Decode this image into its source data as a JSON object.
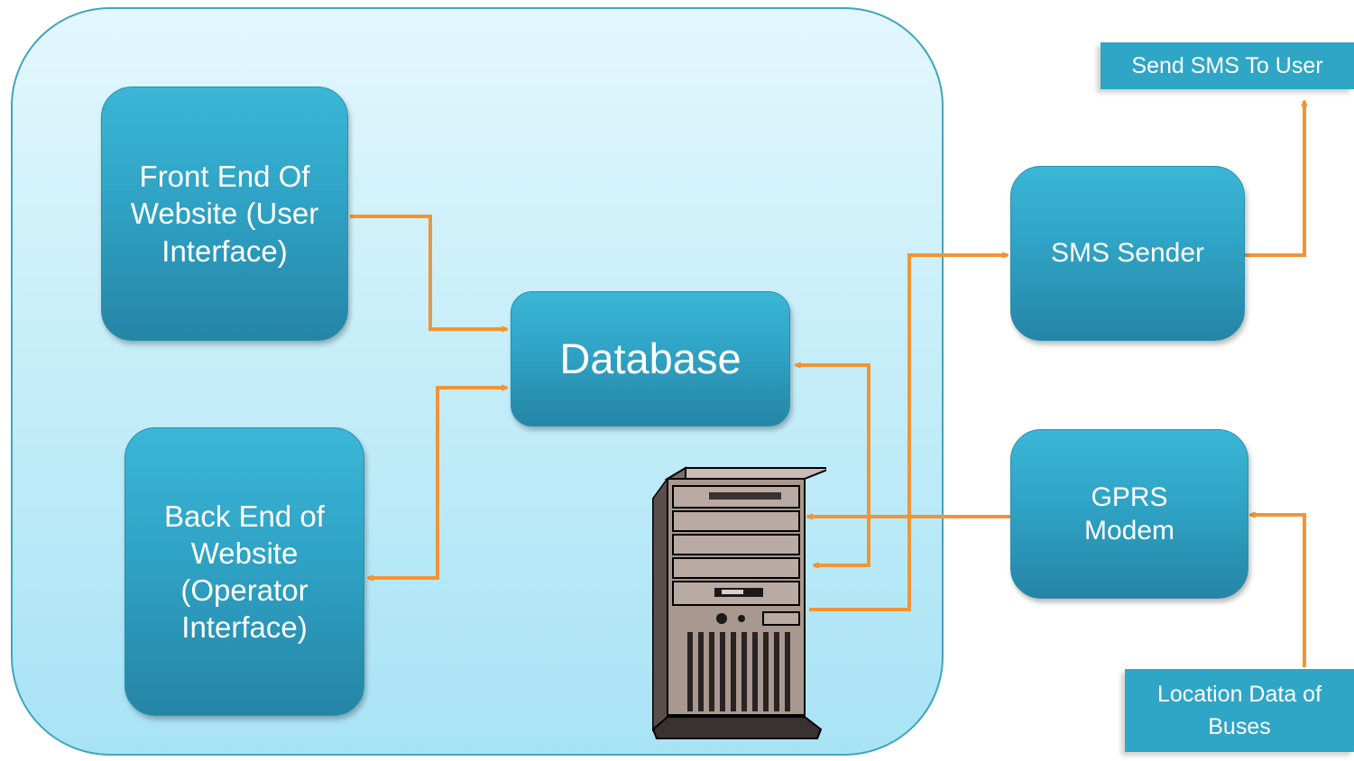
{
  "nodes": {
    "front_end": "Front End Of Website (User Interface)",
    "back_end": "Back End of Website (Operator Interface)",
    "database": "Database",
    "sms_sender": "SMS Sender",
    "gprs_modem": "GPRS Modem",
    "send_sms": "Send SMS To User",
    "location_data": "Location Data of Buses"
  },
  "colors": {
    "node_fill": "#2fa3c5",
    "container_fill": "#c7eef9",
    "connector": "#f39434"
  },
  "icons": {
    "server": "server-tower-icon"
  }
}
